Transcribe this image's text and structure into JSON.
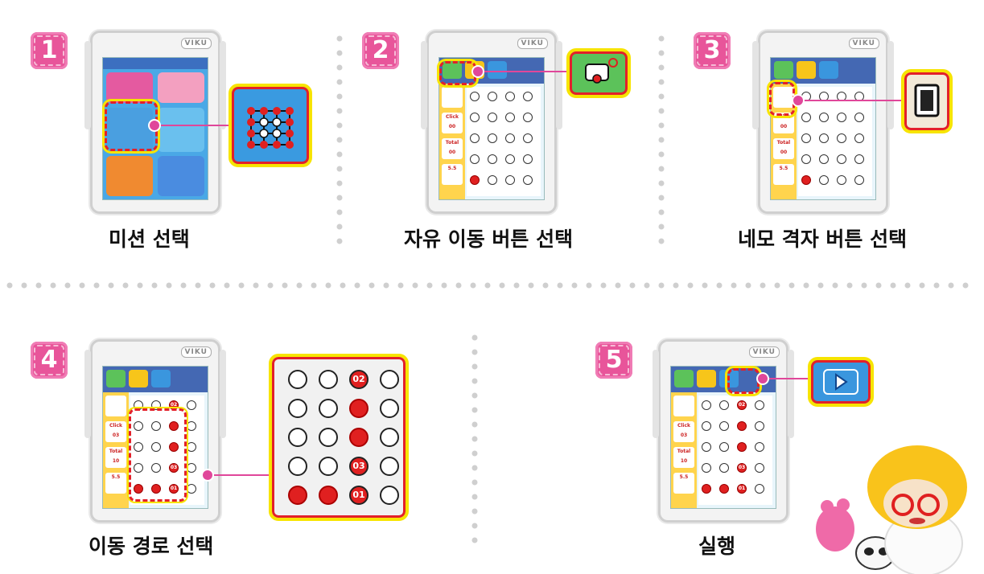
{
  "steps": [
    {
      "num": "1",
      "caption": "미션 선택"
    },
    {
      "num": "2",
      "caption": "자유 이동 버튼 선택"
    },
    {
      "num": "3",
      "caption": "네모 격자 버튼 선택"
    },
    {
      "num": "4",
      "caption": "이동 경로 선택"
    },
    {
      "num": "5",
      "caption": "실행"
    }
  ],
  "device": {
    "logo": "VIKU",
    "click_label": "Click",
    "total_label": "Total",
    "click_value_initial": "00",
    "total_value_initial": "00",
    "click_value_path": "03",
    "total_value_path": "10",
    "speed_value": "5.5"
  },
  "path_labels": {
    "p1": "01",
    "p2": "02",
    "p3": "03"
  },
  "colors": {
    "badge": "#e8559a",
    "highlight_dash": "#e3202a",
    "highlight_glow": "#f7e400",
    "connector": "#e0479a",
    "topbar": "#4468b3"
  }
}
